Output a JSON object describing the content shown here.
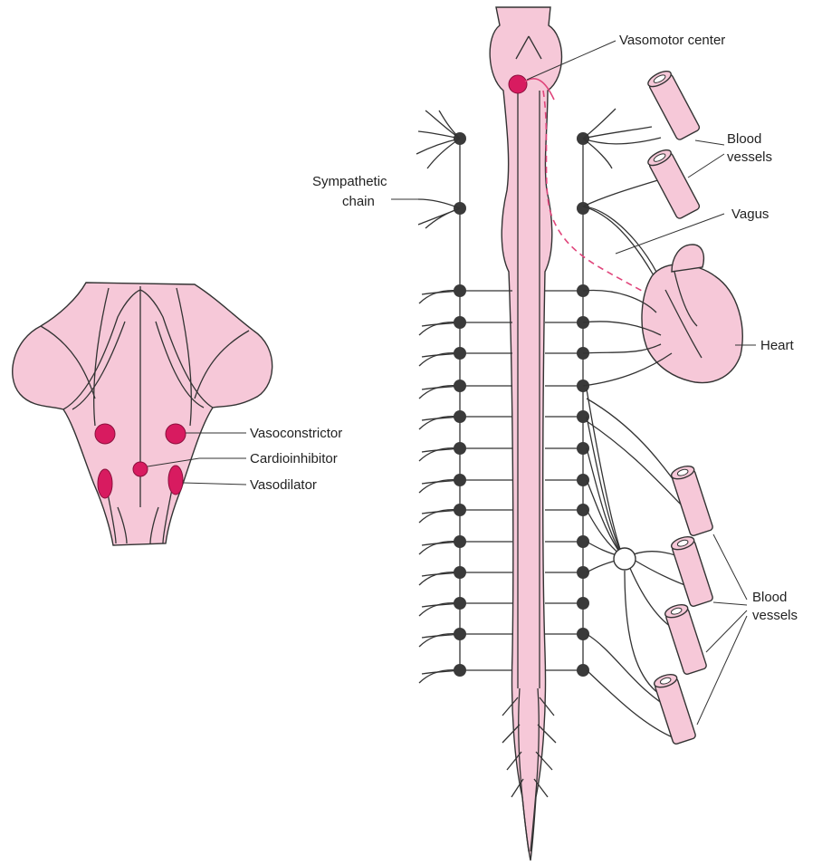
{
  "labels": {
    "vasomotor_center": "Vasomotor center",
    "blood_vessels_top_1": "Blood",
    "blood_vessels_top_2": "vessels",
    "sympathetic_chain_1": "Sympathetic",
    "sympathetic_chain_2": "chain",
    "vagus": "Vagus",
    "heart": "Heart",
    "vasoconstrictor": "Vasoconstrictor",
    "cardioinhibitor": "Cardioinhibitor",
    "vasodilator": "Vasodilator",
    "blood_vessels_bottom_1": "Blood",
    "blood_vessels_bottom_2": "vessels"
  },
  "colors": {
    "tissue": "#f6c8d8",
    "nucleus": "#d81b60",
    "vagus_path": "#e0457b",
    "ganglion": "#3a3a3a"
  }
}
